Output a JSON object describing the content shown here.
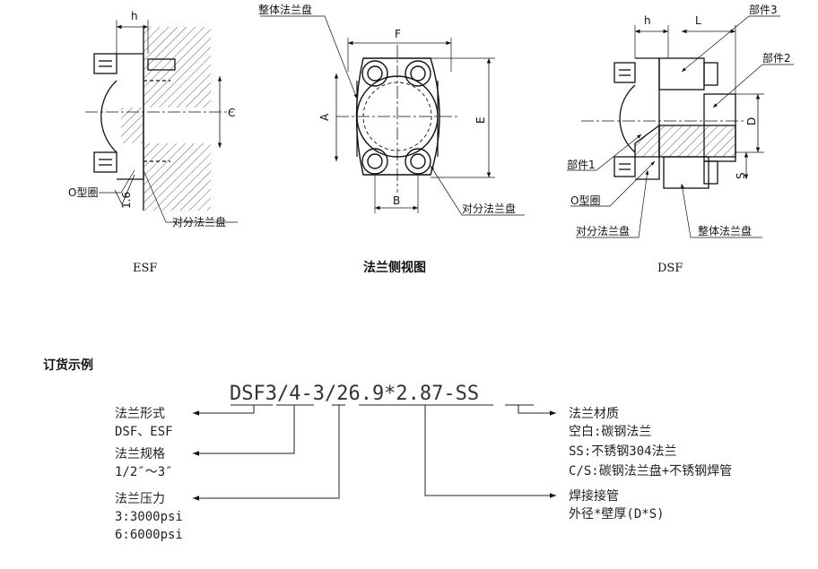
{
  "esf": {
    "caption": "ESF",
    "dim_h": "h",
    "dim_c": "C",
    "label_oring": "O型圈",
    "label_half_flange": "对分法兰盘",
    "roughness": "1.6"
  },
  "side_view": {
    "caption": "法兰侧视图",
    "label_whole_flange": "整体法兰盘",
    "label_half_flange": "对分法兰盘",
    "dim_f": "F",
    "dim_a": "A",
    "dim_e": "E",
    "dim_b": "B"
  },
  "dsf": {
    "caption": "DSF",
    "dim_h": "h",
    "dim_l": "L",
    "dim_d": "D",
    "dim_s": "S",
    "label_part3": "部件3",
    "label_part2": "部件2",
    "label_part1": "部件1",
    "label_oring": "O型圈",
    "label_half_flange": "对分法兰盘",
    "label_whole_flange": "整体法兰盘"
  },
  "order": {
    "heading": "订货示例",
    "code": "DSF3/4-3/26.9*2.87-SS",
    "flange_type": {
      "title": "法兰形式",
      "value": "DSF、ESF"
    },
    "flange_spec": {
      "title": "法兰规格",
      "value": "1/2″～3″"
    },
    "flange_pressure": {
      "title": "法兰压力",
      "values": [
        "3:3000psi",
        "6:6000psi"
      ]
    },
    "material": {
      "title": "法兰材质",
      "values": [
        "空白:碳钢法兰",
        "SS:不锈钢304法兰",
        "C/S:碳钢法兰盘+不锈钢焊管"
      ]
    },
    "weld_tube": {
      "title": "焊接接管",
      "value": "外径*壁厚(D*S)"
    }
  }
}
